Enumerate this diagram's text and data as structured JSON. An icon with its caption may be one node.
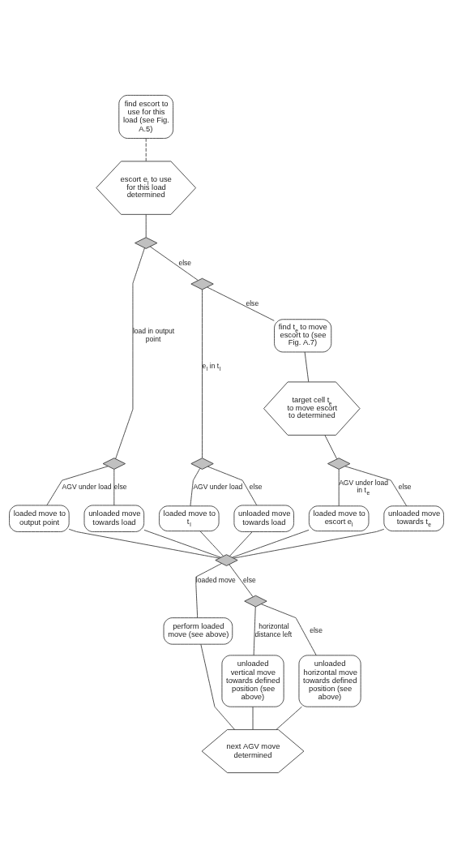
{
  "diagram": {
    "nodes": [
      {
        "text": [
          "find escort to use for this load (see Fig. A.5)"
        ]
      },
      {
        "text": [
          "escort e$_{l}$ to use for this load determined"
        ]
      },
      {
        "text": [],
        "shape": "diamond"
      },
      {
        "text": [],
        "shape": "diamond"
      },
      {
        "text": [],
        "shape": "diamond"
      },
      {
        "text": [],
        "shape": "diamond"
      },
      {
        "text": [
          "find t$_{e}$ to move escort to (see Fig. A.7)"
        ]
      },
      {
        "text": [
          "target cell t$_{e}$ to move escort to determined"
        ]
      },
      {
        "text": [],
        "shape": "diamond"
      },
      {
        "text": [
          "loaded move to output point"
        ]
      },
      {
        "text": [
          "unloaded move towards load"
        ]
      },
      {
        "text": [
          "loaded move to t$_{l}$"
        ]
      },
      {
        "text": [
          "unloaded move towards load"
        ]
      },
      {
        "text": [
          "loaded move to escort e$_{l}$"
        ]
      },
      {
        "text": [
          "unloaded move towards t$_{e}$"
        ]
      },
      {
        "text": [],
        "shape": "diamond"
      },
      {
        "text": [],
        "shape": "diamond"
      },
      {
        "text": [
          "perform loaded move (see above)"
        ]
      },
      {
        "text": [
          "unloaded vertical move towards defined position (see above)"
        ]
      },
      {
        "text": [
          "unloaded horizontal move towards defined position (see above)"
        ]
      },
      {
        "text": [
          "next AGV move determined"
        ]
      }
    ],
    "edges": [
      {
        "from": 0,
        "to": 1,
        "arrow": "none",
        "style": "dashed"
      },
      {
        "from": 1,
        "to": 2,
        "arrow": "none"
      },
      {
        "from": 2,
        "to": 3,
        "arrow": "none",
        "label": "load in output point"
      },
      {
        "from": 2,
        "to": 4,
        "arrow": "none",
        "label": "else"
      },
      {
        "from": 3,
        "to": 9,
        "arrow": "none",
        "label": "AGV under load"
      },
      {
        "from": 3,
        "to": 10,
        "arrow": "none",
        "label": "else"
      },
      {
        "from": 4,
        "to": 5,
        "arrow": "none",
        "label": "e$_{l}$ in t$_{l}$"
      },
      {
        "from": 4,
        "to": 6,
        "arrow": "none",
        "label": "else"
      },
      {
        "from": 5,
        "to": 11,
        "arrow": "none",
        "label": "AGV under load"
      },
      {
        "from": 5,
        "to": 12,
        "arrow": "none",
        "label": "else"
      },
      {
        "from": 6,
        "to": 7,
        "arrow": "none"
      },
      {
        "from": 7,
        "to": 8,
        "arrow": "none"
      },
      {
        "from": 8,
        "to": 13,
        "arrow": "none",
        "label": "AGV under load in t$_{e}$"
      },
      {
        "from": 8,
        "to": 14,
        "arrow": "none",
        "label": "else"
      },
      {
        "from": 9,
        "to": 15,
        "arrow": "none"
      },
      {
        "from": 10,
        "to": 15,
        "arrow": "none"
      },
      {
        "from": 11,
        "to": 15,
        "arrow": "none"
      },
      {
        "from": 12,
        "to": 15,
        "arrow": "none"
      },
      {
        "from": 13,
        "to": 15,
        "arrow": "none"
      },
      {
        "from": 14,
        "to": 15,
        "arrow": "none"
      },
      {
        "from": 15,
        "to": 17,
        "arrow": "none",
        "label": "loaded move"
      },
      {
        "from": 15,
        "to": 16,
        "arrow": "none",
        "label": "else"
      },
      {
        "from": 16,
        "to": 18,
        "arrow": "none",
        "label": "horizontal distance left"
      },
      {
        "from": 16,
        "to": 19,
        "arrow": "none",
        "label": "else"
      },
      {
        "from": 17,
        "to": 20,
        "arrow": "none"
      },
      {
        "from": 18,
        "to": 20,
        "arrow": "none"
      },
      {
        "from": 19,
        "to": 20,
        "arrow": "none"
      }
    ]
  }
}
